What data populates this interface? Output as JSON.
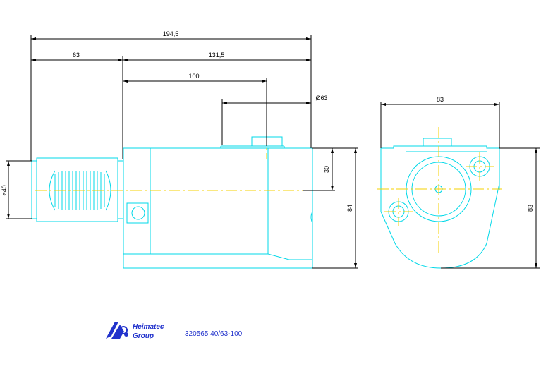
{
  "dimensions": {
    "total_length": "194,5",
    "shank_length": "63",
    "body_length": "131,5",
    "spindle_offset": "100",
    "body_diameter": "Ø63",
    "center_height": "30",
    "body_height": "84",
    "shank_diameter": "ø40",
    "end_width": "83",
    "end_height": "83"
  },
  "logo": {
    "line1": "Heimatec",
    "line2": "Group"
  },
  "part_number": "320565 40/63-100",
  "colors": {
    "outline": "#00d8e8",
    "centerline": "#f4d000",
    "dimension": "#000000",
    "logo": "#2233cc"
  }
}
